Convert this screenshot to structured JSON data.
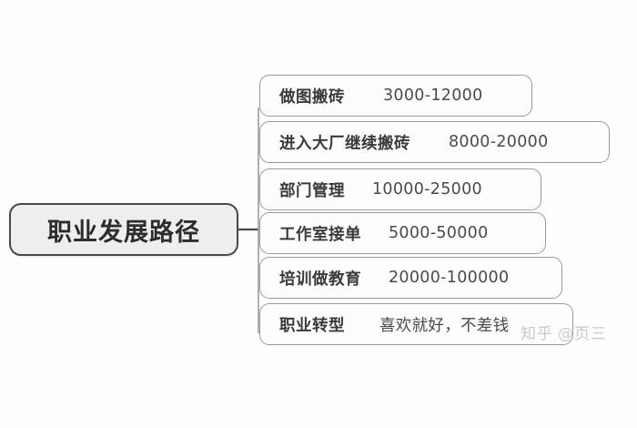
{
  "background_color": "#fefefd",
  "diagram": {
    "type": "mindmap",
    "root": {
      "label": "职业发展路径"
    },
    "branches": [
      {
        "label": "做图搬砖",
        "value": "3000-12000"
      },
      {
        "label": "进入大厂继续搬砖",
        "value": "8000-20000"
      },
      {
        "label": "部门管理",
        "value": "10000-25000"
      },
      {
        "label": "工作室接单",
        "value": "5000-50000"
      },
      {
        "label": "培训做教育",
        "value": "20000-100000"
      },
      {
        "label": "职业转型",
        "value": "喜欢就好，不差钱"
      }
    ]
  },
  "watermark": {
    "logo": "知乎",
    "handle": "@页三"
  },
  "colors": {
    "root_fill": "#eeeeee",
    "root_border": "#4a4a4a",
    "branch_fill": "#fdfdfc",
    "branch_border": "#9a9a96",
    "text": "#3a3a3a",
    "watermark": "#c9c9c6"
  }
}
